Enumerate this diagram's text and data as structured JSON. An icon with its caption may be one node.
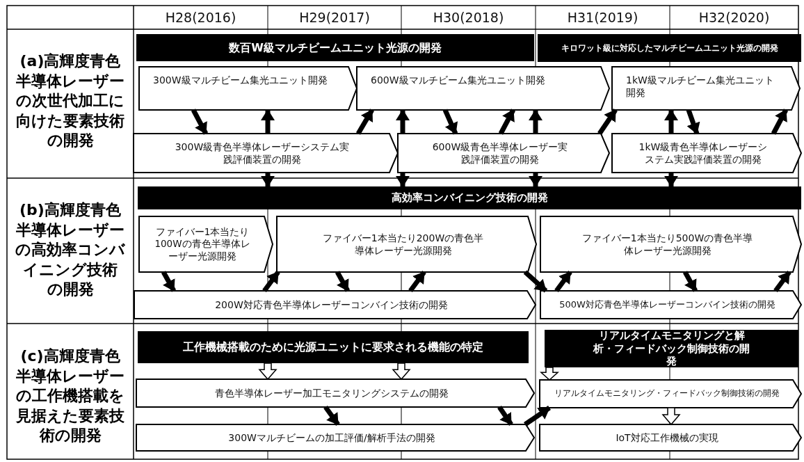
{
  "diagram": {
    "nodes": [
      {
        "text": [
          "数百W級マルチビームユニット光源の開発"
        ]
      },
      {
        "text": [
          "キロワット級に対応したマルチビームユニット光源の開発"
        ]
      },
      {
        "text": [
          "300W級マルチビーム集光ユニット開発"
        ]
      },
      {
        "text": [
          "600W級マルチビーム集光ユニット開発"
        ]
      },
      {
        "text": [
          "1kW級マルチビーム集光ユニット開発"
        ]
      },
      {
        "text": [
          "300W級青色半導体レーザーシステム実践評価装置の開発"
        ]
      },
      {
        "text": [
          "600W級青色半導体レーザー実践評価装置の開発"
        ]
      },
      {
        "text": [
          "1kW級青色半導体レーザーシステム実践評価装置の開発"
        ]
      },
      {
        "text": [
          "高効率コンバイニング技術の開発"
        ]
      },
      {
        "text": [
          "ファイバー1本当たり100Wの青色半導体レーザー光源開発"
        ]
      },
      {
        "text": [
          "ファイバー1本当たり200Wの青色半導体レーザー光源開発"
        ]
      },
      {
        "text": [
          "ファイバー1本当たり500Wの青色半導体レーザー光源開発"
        ]
      },
      {
        "text": [
          "200W対応青色半導体レーザーコンバイン技術の開発"
        ]
      },
      {
        "text": [
          "500W対応青色半導体レーザーコンバイン技術の開発"
        ]
      },
      {
        "text": [
          "工作機械搭載のために光源ユニットに要求される機能の特定"
        ]
      },
      {
        "text": [
          "リアルタイムモニタリングと解析・フィードバック制御技術の開発"
        ]
      },
      {
        "text": [
          "青色半導体レーザー加工モニタリングシステムの開発"
        ]
      },
      {
        "text": [
          "300Wマルチビームの加工評価/解析手法の開発"
        ]
      },
      {
        "text": [
          "リアルタイムモニタリング・フィードバック制御技術の開発"
        ]
      },
      {
        "text": [
          "IoT対応工作機械の実現"
        ]
      }
    ],
    "edges": [
      {
        "from": 2,
        "to": 5,
        "arrow": "to"
      },
      {
        "from": 5,
        "to": 3,
        "arrow": "to"
      },
      {
        "from": 3,
        "to": 6,
        "arrow": "to"
      },
      {
        "from": 6,
        "to": 3,
        "arrow": "to"
      },
      {
        "from": 6,
        "to": 4,
        "arrow": "to"
      },
      {
        "from": 4,
        "to": 7,
        "arrow": "to"
      },
      {
        "from": 7,
        "to": 4,
        "arrow": "to"
      },
      {
        "from": 5,
        "to": 2,
        "arrow": "to"
      },
      {
        "from": 6,
        "to": 3,
        "arrow": "to"
      },
      {
        "from": 6,
        "to": 3,
        "arrow": "to"
      },
      {
        "from": 7,
        "to": 4,
        "arrow": "to"
      },
      {
        "from": 5,
        "to": 8,
        "arrow": "to"
      },
      {
        "from": 6,
        "to": 8,
        "arrow": "to"
      },
      {
        "from": 6,
        "to": 8,
        "arrow": "to"
      },
      {
        "from": 7,
        "to": 8,
        "arrow": "to"
      },
      {
        "from": 9,
        "to": 12,
        "arrow": "to"
      },
      {
        "from": 12,
        "to": 10,
        "arrow": "to"
      },
      {
        "from": 10,
        "to": 12,
        "arrow": "to"
      },
      {
        "from": 12,
        "to": 10,
        "arrow": "to"
      },
      {
        "from": 10,
        "to": 13,
        "arrow": "to"
      },
      {
        "from": 13,
        "to": 11,
        "arrow": "to"
      },
      {
        "from": 11,
        "to": 13,
        "arrow": "to"
      },
      {
        "from": 13,
        "to": 11,
        "arrow": "to"
      },
      {
        "from": 16,
        "to": 17,
        "arrow": "to"
      },
      {
        "from": 16,
        "to": 17,
        "arrow": "to"
      },
      {
        "from": 17,
        "to": 18,
        "arrow": "to"
      },
      {
        "from": 18,
        "to": 19,
        "arrow": "to",
        "color": "#ffffff"
      },
      {
        "from": 14,
        "to": 16,
        "arrow": "to",
        "color": "#ffffff"
      },
      {
        "from": 14,
        "to": 16,
        "arrow": "to",
        "color": "#ffffff"
      },
      {
        "from": 15,
        "to": 18,
        "arrow": "to",
        "color": "#ffffff"
      }
    ],
    "labels": [
      "H28(2016)",
      "H29(2017)",
      "H30(2018)",
      "H31(2019)",
      "H32(2020)",
      "(a)高輝度青色半導体レーザーの次世代加工に向けた要素技術の開発",
      "(b)高輝度青色半導体レーザーの高効率コンバイニング技術の開発",
      "(c)高輝度青色半導体レーザーの工作機搭載を見据えた要素技術の開発"
    ]
  }
}
